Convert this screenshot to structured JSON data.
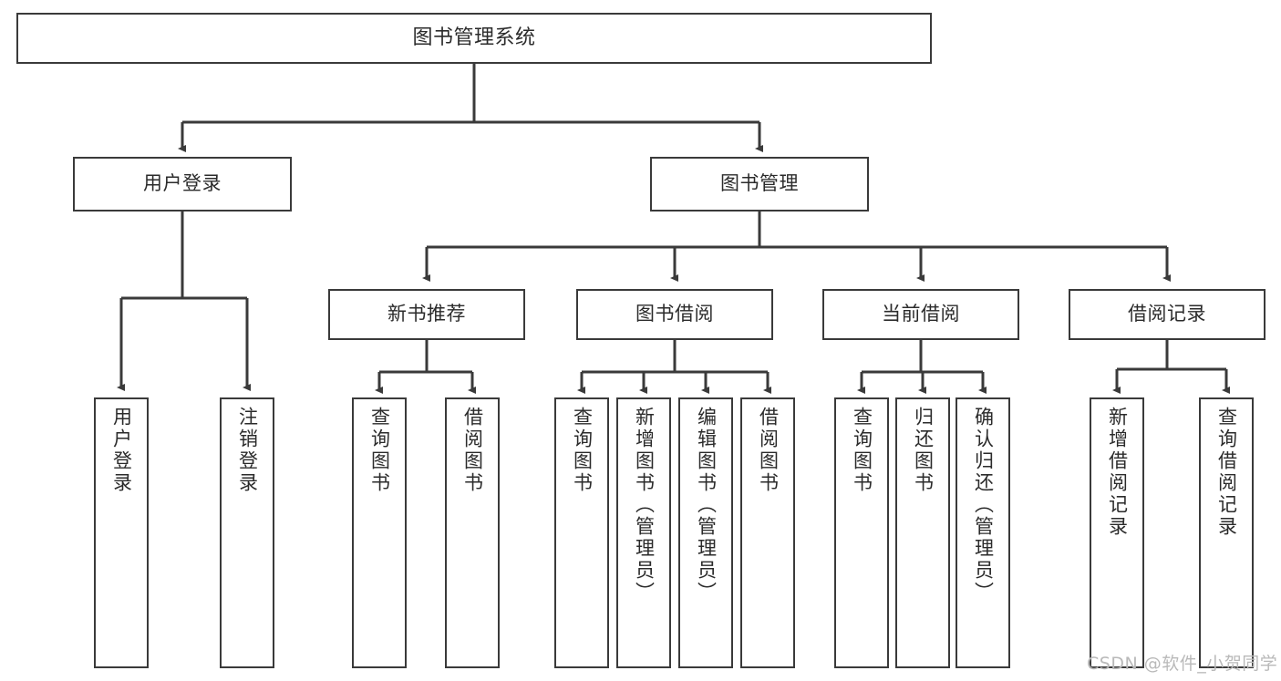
{
  "diagram": {
    "title": "图书管理系统",
    "type": "tree",
    "orientation": "top-down",
    "colors": {
      "background": "#ffffff",
      "node_border": "#3a3a3a",
      "node_fill": "#ffffff",
      "text": "#2b2b2b",
      "edge": "#3a3a3a",
      "watermark": "#b9b9b9"
    },
    "watermark": "CSDN @软件_小贺同学",
    "nodes": {
      "root": {
        "label": "图书管理系统"
      },
      "level2": [
        {
          "id": "user-login",
          "label": "用户登录"
        },
        {
          "id": "book-management",
          "label": "图书管理"
        }
      ],
      "level3": [
        {
          "id": "new-book-recommend",
          "label": "新书推荐"
        },
        {
          "id": "book-borrow",
          "label": "图书借阅"
        },
        {
          "id": "current-borrow",
          "label": "当前借阅"
        },
        {
          "id": "borrow-record",
          "label": "借阅记录"
        }
      ],
      "leaves": {
        "user_login": [
          {
            "id": "leaf-user-login",
            "label": "用户登录"
          },
          {
            "id": "leaf-logout-login",
            "label": "注销登录"
          }
        ],
        "new_book_recommend": [
          {
            "id": "leaf-query-book-1",
            "label": "查询图书"
          },
          {
            "id": "leaf-borrow-book-1",
            "label": "借阅图书"
          }
        ],
        "book_borrow": [
          {
            "id": "leaf-query-book-2",
            "label": "查询图书"
          },
          {
            "id": "leaf-add-book",
            "label": "新增图书（管理员）"
          },
          {
            "id": "leaf-edit-book",
            "label": "编辑图书（管理员）"
          },
          {
            "id": "leaf-borrow-book-2",
            "label": "借阅图书"
          }
        ],
        "current_borrow": [
          {
            "id": "leaf-query-book-3",
            "label": "查询图书"
          },
          {
            "id": "leaf-return-book",
            "label": "归还图书"
          },
          {
            "id": "leaf-confirm-return",
            "label": "确认归还（管理员）"
          }
        ],
        "borrow_record": [
          {
            "id": "leaf-add-record",
            "label": "新增借阅记录"
          },
          {
            "id": "leaf-query-record",
            "label": "查询借阅记录"
          }
        ]
      }
    }
  }
}
